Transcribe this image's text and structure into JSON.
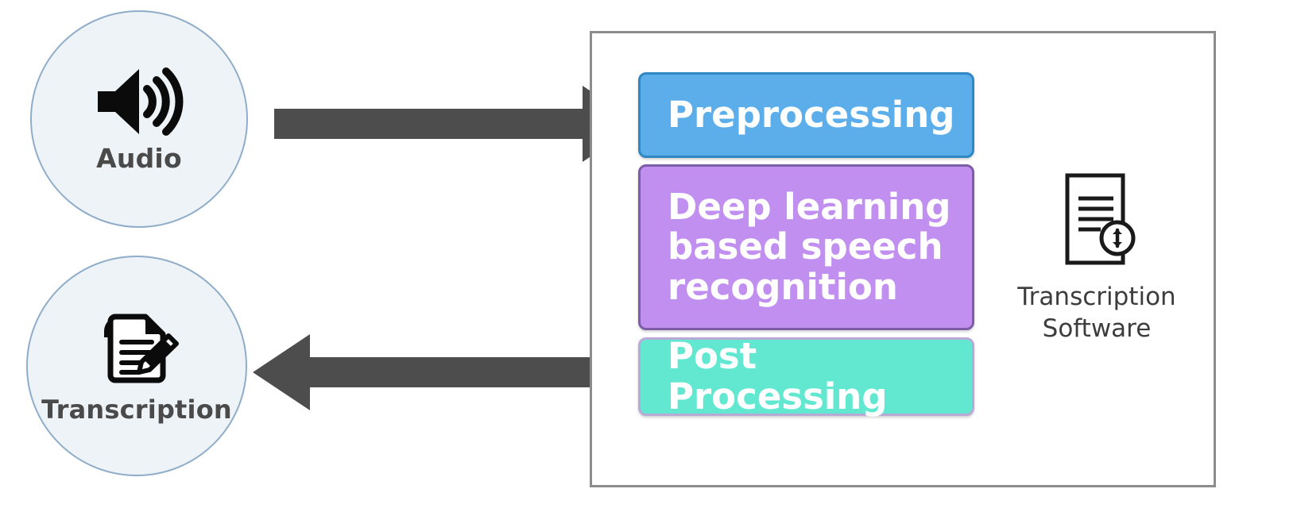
{
  "diagram": {
    "title": "Transcription pipeline flow diagram",
    "nodes": [
      {
        "id": "audio",
        "label": "Audio",
        "icon": "speaker-volume-icon"
      },
      {
        "id": "transcription",
        "label": "Transcription",
        "icon": "document-pencil-icon"
      }
    ],
    "arrows": [
      {
        "id": "audio-to-pipeline",
        "direction": "right",
        "from": "Audio",
        "to": "Preprocessing"
      },
      {
        "id": "pipeline-to-transcription",
        "direction": "left",
        "from": "Post Processing",
        "to": "Transcription"
      }
    ],
    "pipeline": {
      "stages": [
        {
          "id": "preprocessing",
          "label": "Preprocessing",
          "color": "#5CAEEA",
          "border_color": "#2F87C4"
        },
        {
          "id": "deep-learning",
          "label": "Deep learning based speech recognition",
          "color": "#C18FF0",
          "border_color": "#7D5CA8"
        },
        {
          "id": "post-processing",
          "label": "Post Processing",
          "color": "#62E8D1",
          "border_color": "#B9A9D6"
        }
      ],
      "software": {
        "label": "Transcription\nSoftware",
        "icon": "document-download-icon"
      },
      "border_color": "#8C8C8C"
    },
    "colors": {
      "arrow": "#4D4D4D",
      "circle_fill": "#EEF3F8",
      "circle_border": "#8FADC9",
      "label_text": "#4A4A4A",
      "stage_text": "#FFFFFF",
      "background": "#FFFFFF"
    }
  }
}
